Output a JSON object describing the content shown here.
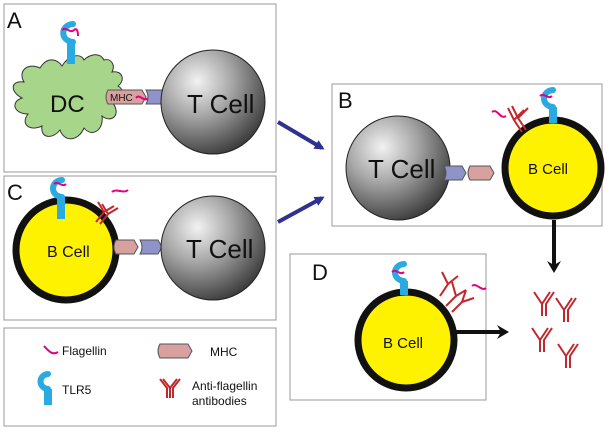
{
  "panels": {
    "a": {
      "letter": "A",
      "dc_label": "DC",
      "mhc_label": "MHC",
      "tcell_label": "T Cell"
    },
    "b": {
      "letter": "B",
      "tcell_label": "T Cell",
      "bcell_label": "B Cell"
    },
    "c": {
      "letter": "C",
      "bcell_label": "B Cell",
      "tcell_label": "T Cell"
    },
    "d": {
      "letter": "D",
      "bcell_label": "B Cell"
    }
  },
  "legend": {
    "flagellin": "Flagellin",
    "mhc": "MHC",
    "tlr5": "TLR5",
    "antibodies_line1": "Anti-flagellin",
    "antibodies_line2": "antibodies"
  },
  "colors": {
    "dc_fill": "#a7d68a",
    "bcell_fill": "#fff200",
    "tlr5": "#29abe2",
    "flagellin": "#e6007e",
    "antibody": "#c1272d",
    "mhc": "#d9a0a0",
    "tcr": "#8f94c8",
    "arrow_blue": "#2e3192"
  }
}
